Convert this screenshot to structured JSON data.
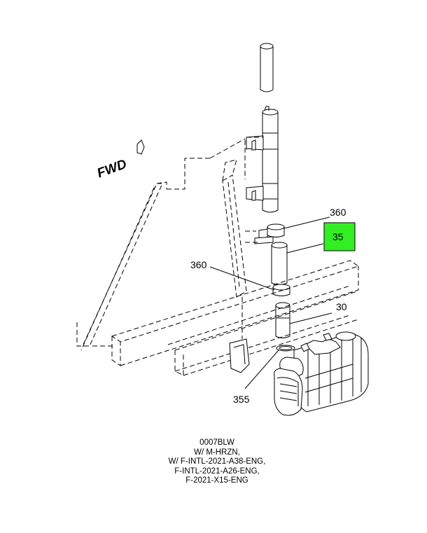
{
  "diagram": {
    "direction_label": "FWD",
    "callouts": [
      {
        "id": "360-top",
        "label": "360"
      },
      {
        "id": "35",
        "label": "35",
        "highlight": true
      },
      {
        "id": "360-mid",
        "label": "360"
      },
      {
        "id": "30",
        "label": "30"
      },
      {
        "id": "355",
        "label": "355"
      }
    ],
    "colors": {
      "highlight": "#33ee22",
      "line": "#000000",
      "background": "#ffffff"
    },
    "caption_lines": [
      "0007BLW",
      "W/ M-HRZN,",
      "W/ F-INTL-2021-A38-ENG,",
      "F-INTL-2021-A26-ENG,",
      "F-2021-X15-ENG"
    ]
  }
}
